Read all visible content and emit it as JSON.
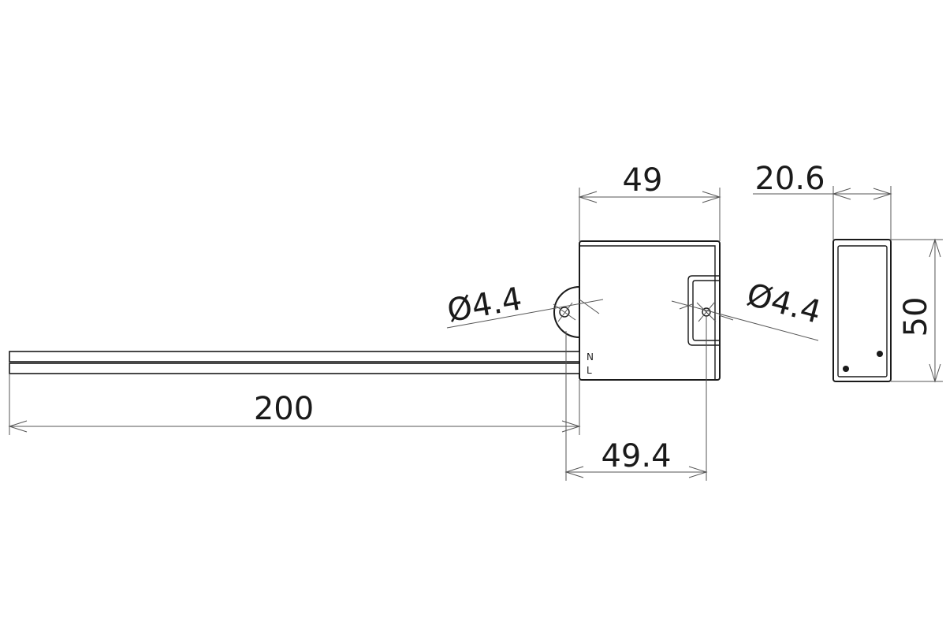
{
  "dimensions": {
    "width_front": "49",
    "depth_side": "20.6",
    "height_side": "50",
    "cable_length": "200",
    "mount_span": "49.4",
    "hole_left": "Ø4.4",
    "hole_right": "Ø4.4"
  },
  "terminals": {
    "neutral": "N",
    "line": "L"
  }
}
